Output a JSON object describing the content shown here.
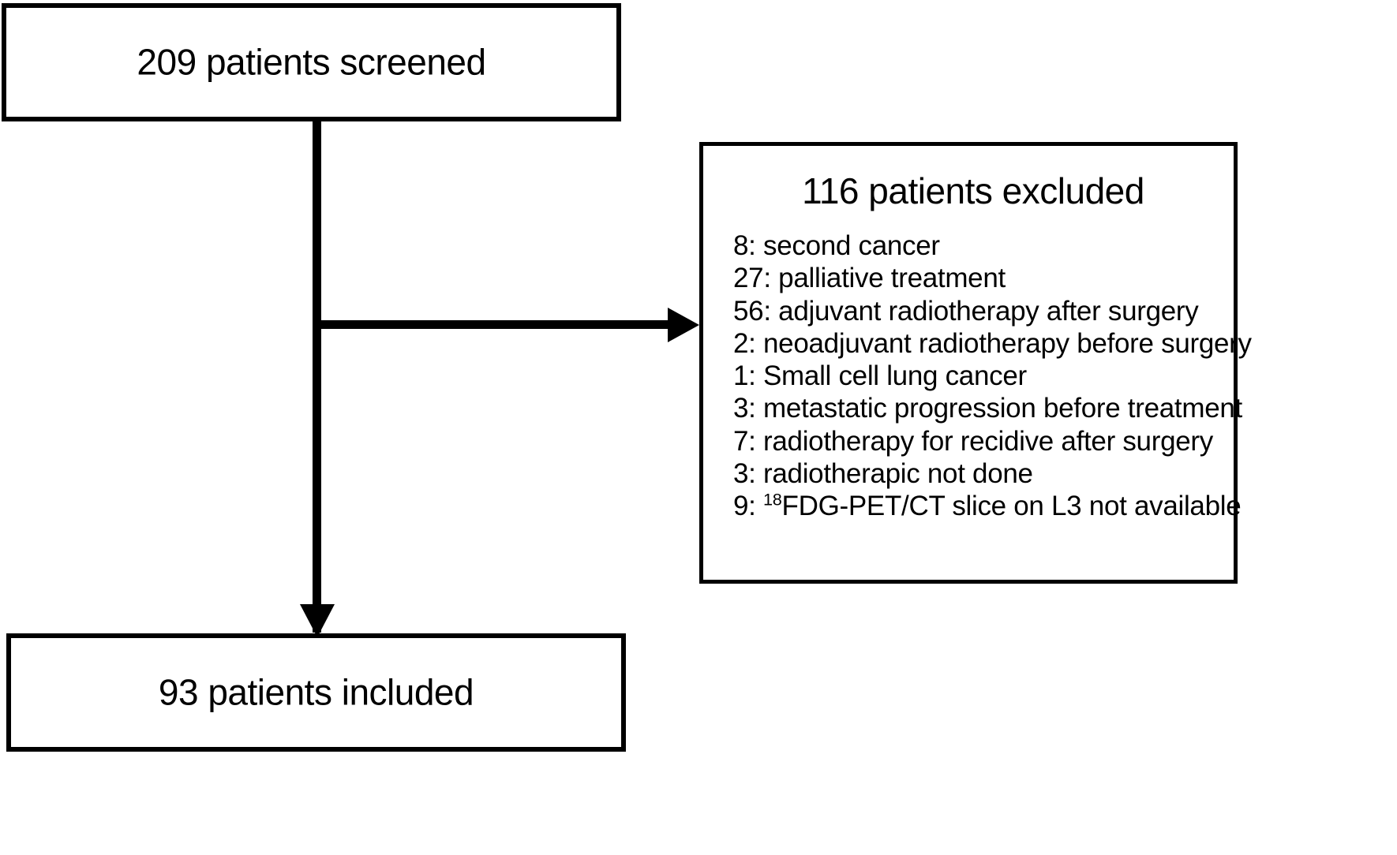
{
  "diagram": {
    "type": "patient-flow-consort",
    "screened_box": {
      "label": "209 patients screened",
      "count": 209
    },
    "excluded_box": {
      "title": "116 patients excluded",
      "count": 116,
      "reasons": [
        {
          "count": 8,
          "text": "8: second cancer"
        },
        {
          "count": 27,
          "text": "27: palliative  treatment"
        },
        {
          "count": 56,
          "text": "56: adjuvant radiotherapy after surgery"
        },
        {
          "count": 2,
          "text": "2: neoadjuvant radiotherapy before surgery"
        },
        {
          "count": 1,
          "text": "1: Small  cell lung cancer"
        },
        {
          "count": 3,
          "text": "3: metastatic progression before treatment"
        },
        {
          "count": 7,
          "text": "7: radiotherapy for recidive after surgery"
        },
        {
          "count": 3,
          "text": "3: radiotherapic  not done"
        },
        {
          "count": 9,
          "text": "9: ¹⁸FDG-PET/CT slice on L3 not available",
          "prefix": "9: ",
          "superscript": "18",
          "suffix": "FDG-PET/CT slice on L3 not available"
        }
      ]
    },
    "included_box": {
      "label": "93 patients included",
      "count": 93
    },
    "connectors": [
      {
        "name": "screened-to-included",
        "kind": "vertical-arrow"
      },
      {
        "name": "screened-to-excluded",
        "kind": "horizontal-arrow"
      }
    ],
    "colors": {
      "stroke": "#000000",
      "fill": "#FFFFFF",
      "text": "#000000"
    }
  }
}
